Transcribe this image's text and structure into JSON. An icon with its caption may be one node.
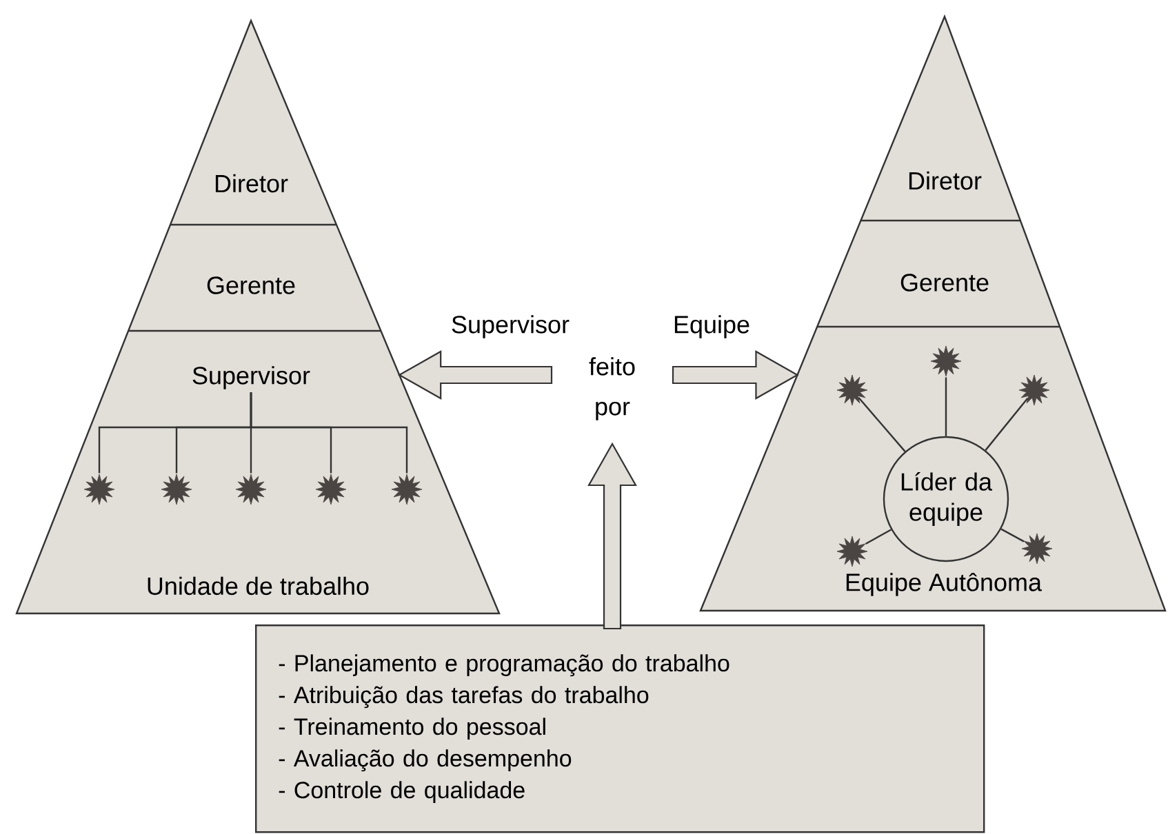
{
  "diagram": {
    "nodes": [
      {
        "text": [],
        "shape": "triangle"
      },
      {
        "text": [
          "Diretor"
        ],
        "in": 0
      },
      {
        "text": [
          "Gerente"
        ],
        "in": 0
      },
      {
        "text": [
          "Unidade de trabalho"
        ],
        "in": 0
      },
      {
        "text": [
          "Supervisor"
        ],
        "in": 0
      },
      {
        "text": [],
        "shape": "star",
        "in": 0
      },
      {
        "text": [],
        "shape": "star",
        "in": 0
      },
      {
        "text": [],
        "shape": "star",
        "in": 0
      },
      {
        "text": [],
        "shape": "star",
        "in": 0
      },
      {
        "text": [],
        "shape": "star",
        "in": 0
      },
      {
        "text": [],
        "shape": "triangle"
      },
      {
        "text": [
          "Diretor"
        ],
        "in": 10
      },
      {
        "text": [
          "Gerente"
        ],
        "in": 10
      },
      {
        "text": [
          "Equipe Autônoma"
        ],
        "in": 10
      },
      {
        "text": [
          "Líder da equipe"
        ],
        "in": 10
      },
      {
        "text": [],
        "shape": "star",
        "in": 10
      },
      {
        "text": [],
        "shape": "star",
        "in": 10
      },
      {
        "text": [],
        "shape": "star",
        "in": 10
      },
      {
        "text": [],
        "shape": "star",
        "in": 10
      },
      {
        "text": [],
        "shape": "star",
        "in": 10
      },
      {
        "text": [
          "feito por"
        ]
      },
      {
        "text": [
          "- Planejamento e programação do trabalho",
          "- Atribuição das tarefas do trabalho",
          "- Treinamento do pessoal",
          "- Avaliação do desempenho",
          "- Controle de qualidade"
        ]
      }
    ],
    "edges": [
      {
        "from": 4,
        "to": 5,
        "arrow": "none"
      },
      {
        "from": 4,
        "to": 6,
        "arrow": "none"
      },
      {
        "from": 4,
        "to": 7,
        "arrow": "none"
      },
      {
        "from": 4,
        "to": 8,
        "arrow": "none"
      },
      {
        "from": 4,
        "to": 9,
        "arrow": "none"
      },
      {
        "from": 14,
        "to": 15,
        "arrow": "none"
      },
      {
        "from": 14,
        "to": 16,
        "arrow": "none"
      },
      {
        "from": 14,
        "to": 17,
        "arrow": "none"
      },
      {
        "from": 14,
        "to": 18,
        "arrow": "none"
      },
      {
        "from": 14,
        "to": 19,
        "arrow": "none"
      },
      {
        "from": 20,
        "to": 0,
        "arrow": "to",
        "label": "Supervisor"
      },
      {
        "from": 20,
        "to": 10,
        "arrow": "to",
        "label": "Equipe"
      },
      {
        "from": 21,
        "to": 20,
        "arrow": "to"
      }
    ]
  }
}
